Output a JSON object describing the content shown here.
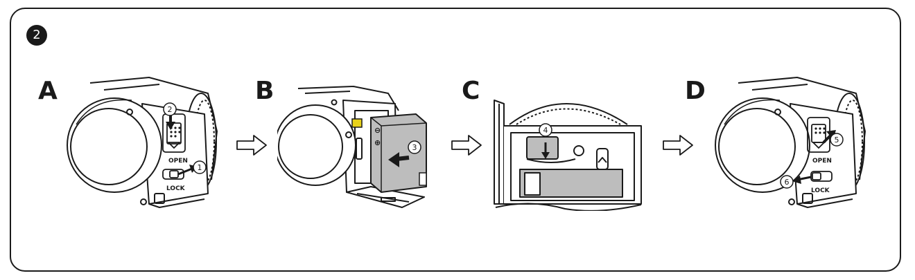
{
  "step_number": "2",
  "panels": [
    {
      "letter": "A",
      "callouts": [
        "1",
        "2"
      ],
      "labels": {
        "open": "OPEN",
        "lock": "LOCK"
      }
    },
    {
      "letter": "B",
      "callouts": [
        "3"
      ]
    },
    {
      "letter": "C",
      "callouts": [
        "4"
      ]
    },
    {
      "letter": "D",
      "callouts": [
        "5",
        "6"
      ],
      "labels": {
        "open": "OPEN",
        "lock": "LOCK"
      }
    }
  ],
  "colors": {
    "line": "#1a1a1a",
    "fill": "#ffffff",
    "shade": "#bdbdbd",
    "contact": "#e8d21a"
  },
  "icons": [
    "flow-arrow-icon",
    "battery-icon",
    "polarity-minus-icon",
    "polarity-plus-icon"
  ]
}
